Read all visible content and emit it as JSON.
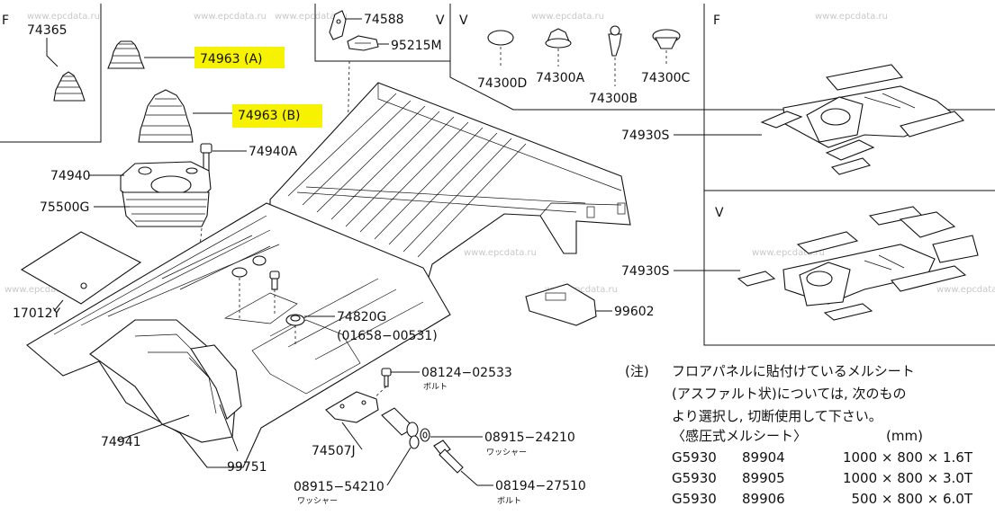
{
  "watermark": "www.epcdata.ru",
  "sections": {
    "f_top": "F",
    "v_top_mid": "V",
    "v_top_right": "V",
    "f_right": "F",
    "v_right": "V"
  },
  "parts": {
    "p74365": "74365",
    "p74963a": "74963 (A)",
    "p74963b": "74963 (B)",
    "p74940a": "74940A",
    "p74940": "74940",
    "p75500g": "75500G",
    "p17012y": "17012Y",
    "p74588": "74588",
    "p95215m": "95215M",
    "p74300d": "74300D",
    "p74300a": "74300A",
    "p74300b": "74300B",
    "p74300c": "74300C",
    "p74930s_1": "74930S",
    "p74930s_2": "74930S",
    "p99602": "99602",
    "p74820g": "74820G",
    "p01658": "(01658−00531)",
    "p08124": "08124−02533",
    "p08124_sub": "ボルト",
    "p74941": "74941",
    "p74507j": "74507J",
    "p08915_24210": "08915−24210",
    "p08915_24210_sub": "ワッシャー",
    "p99751": "99751",
    "p08915_54210": "08915−54210",
    "p08915_54210_sub": "ワッシャー",
    "p08194": "08194−27510",
    "p08194_sub": "ボルト"
  },
  "note": {
    "prefix": "(注)",
    "line1": "フロアパネルに貼付けているメルシート",
    "line2": "(アスファルト状)については, 次のもの",
    "line3": "より選択し, 切断使用して下さい。",
    "header_left": "〈感圧式メルシート〉",
    "header_right": "(mm)",
    "rows": [
      {
        "code": "G5930",
        "num": "89904",
        "size": "1000 × 800 × 1.6T"
      },
      {
        "code": "G5930",
        "num": "89905",
        "size": "1000 × 800 × 3.0T"
      },
      {
        "code": "G5930",
        "num": "89906",
        "size": "500 × 800 × 6.0T"
      }
    ]
  }
}
